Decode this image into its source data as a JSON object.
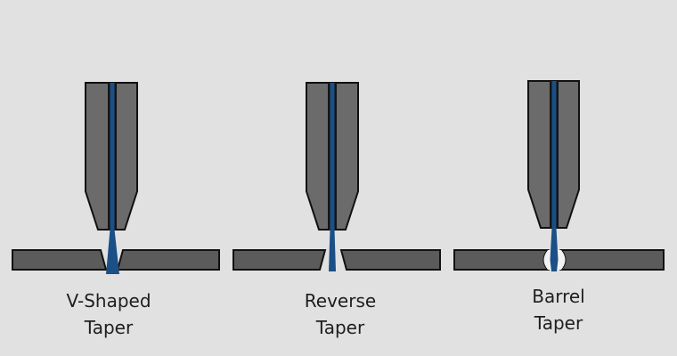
{
  "colors": {
    "background": "#e1e1e1",
    "nozzle_fill": "#6b6b6b",
    "plate_fill": "#5b5b5b",
    "outline": "#111111",
    "jet": "#1b4f86"
  },
  "diagrams": [
    {
      "id": "v-shaped",
      "label_lines": [
        "V-Shaped",
        "Taper"
      ]
    },
    {
      "id": "reverse",
      "label_lines": [
        "Reverse",
        "Taper"
      ]
    },
    {
      "id": "barrel",
      "label_lines": [
        "Barrel",
        "Taper"
      ]
    }
  ]
}
